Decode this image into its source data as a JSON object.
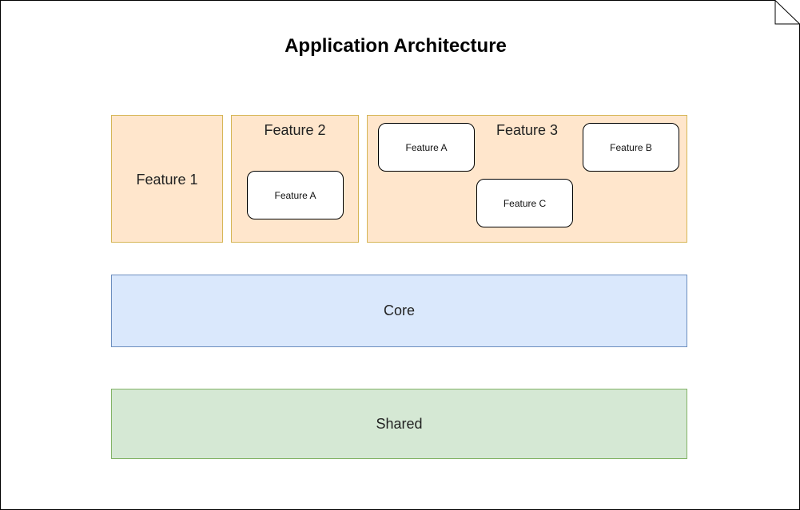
{
  "diagram": {
    "title": "Application Architecture",
    "features": [
      {
        "label": "Feature 1",
        "children": []
      },
      {
        "label": "Feature 2",
        "children": [
          "Feature A"
        ]
      },
      {
        "label": "Feature 3",
        "children": [
          "Feature A",
          "Feature B",
          "Feature C"
        ]
      }
    ],
    "core": "Core",
    "shared": "Shared"
  },
  "colors": {
    "feature_fill": "#ffe6cc",
    "feature_stroke": "#d6b656",
    "core_fill": "#dae8fc",
    "core_stroke": "#6c8ebf",
    "shared_fill": "#d5e8d4",
    "shared_stroke": "#82b366"
  }
}
